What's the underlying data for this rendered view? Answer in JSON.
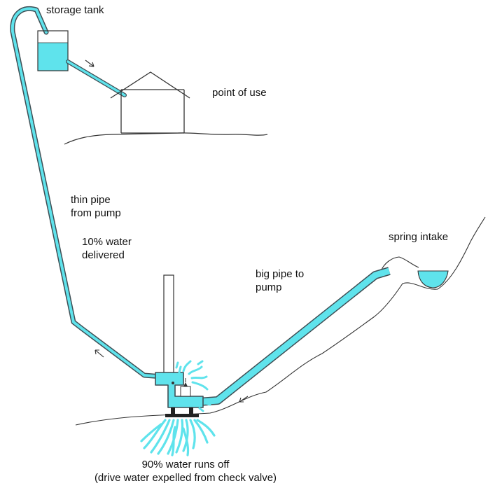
{
  "labels": {
    "storage_tank": "storage tank",
    "point_of_use": "point of use",
    "thin_pipe_line1": "thin pipe",
    "thin_pipe_line2": "from pump",
    "water_delivered_line1": "10% water",
    "water_delivered_line2": "delivered",
    "big_pipe_line1": "big pipe to",
    "big_pipe_line2": "pump",
    "spring_intake": "spring intake",
    "runoff_line1": "90% water runs off",
    "runoff_line2": "(drive water expelled from check valve)"
  },
  "colors": {
    "water": "#5fe3ec",
    "outline": "#3f4f55",
    "line": "#333333",
    "background": "#ffffff"
  }
}
